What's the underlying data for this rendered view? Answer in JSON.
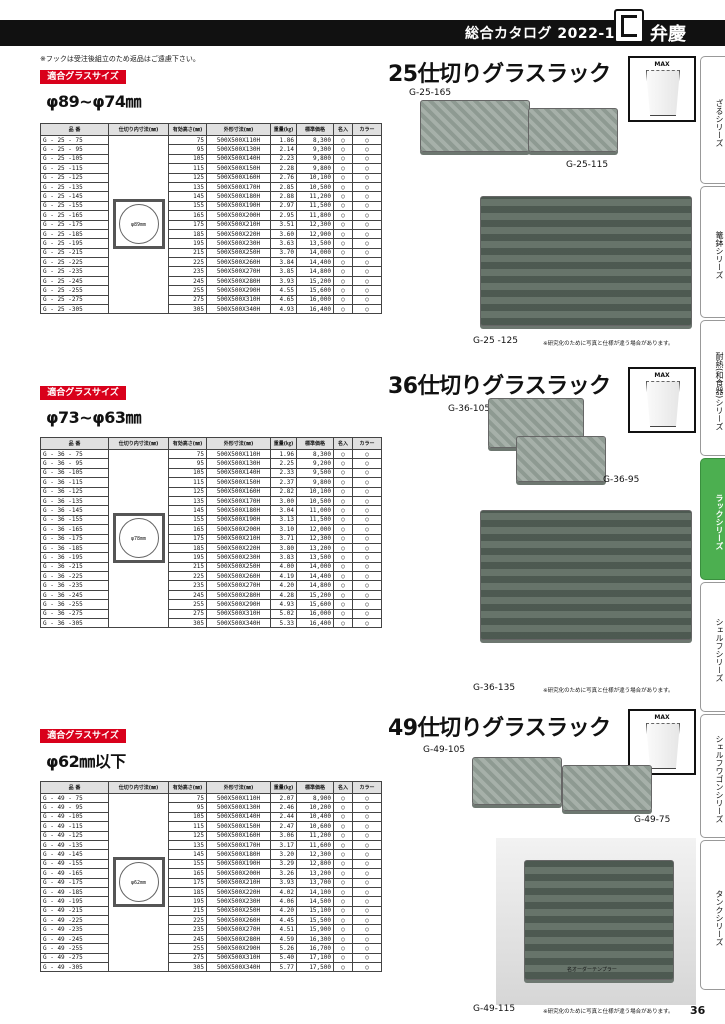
{
  "header": {
    "catalog_title": "総合カタログ 2022-1",
    "brand": "弁慶"
  },
  "notice": "※フックは受注後組立のため返品はご遠慮下さい。",
  "table_headers": {
    "model": "品 番",
    "partition": "仕切り内寸法(㎜)",
    "effective_height": "有効高さ(㎜)",
    "outer": "外形寸法(㎜)",
    "weight": "重量(㎏)",
    "price": "標準価格",
    "name_print": "名入",
    "color": "カラー"
  },
  "sections": [
    {
      "title": "25仕切りグラスラック",
      "size_label": "適合グラスサイズ",
      "size_value": "φ89~φ74㎜",
      "diagram_label": "φ89mm",
      "photo_labels": [
        "G-25-165",
        "G-25-115",
        "G-25 -125"
      ],
      "rows": [
        [
          "G - 25 - 75",
          "75",
          "500X500X110H",
          "1.86",
          "8,300",
          "○",
          "○"
        ],
        [
          "G - 25 - 95",
          "95",
          "500X500X130H",
          "2.14",
          "9,300",
          "○",
          "○"
        ],
        [
          "G - 25 -105",
          "105",
          "500X500X140H",
          "2.23",
          "9,800",
          "○",
          "○"
        ],
        [
          "G - 25 -115",
          "115",
          "500X500X150H",
          "2.28",
          "9,800",
          "○",
          "○"
        ],
        [
          "G - 25 -125",
          "125",
          "500X500X160H",
          "2.76",
          "10,100",
          "○",
          "○"
        ],
        [
          "G - 25 -135",
          "135",
          "500X500X170H",
          "2.85",
          "10,500",
          "○",
          "○"
        ],
        [
          "G - 25 -145",
          "145",
          "500X500X180H",
          "2.88",
          "11,200",
          "○",
          "○"
        ],
        [
          "G - 25 -155",
          "155",
          "500X500X190H",
          "2.97",
          "11,500",
          "○",
          "○"
        ],
        [
          "G - 25 -165",
          "165",
          "500X500X200H",
          "2.95",
          "11,800",
          "○",
          "○"
        ],
        [
          "G - 25 -175",
          "175",
          "500X500X210H",
          "3.51",
          "12,300",
          "○",
          "○"
        ],
        [
          "G - 25 -185",
          "185",
          "500X500X220H",
          "3.60",
          "12,900",
          "○",
          "○"
        ],
        [
          "G - 25 -195",
          "195",
          "500X500X230H",
          "3.63",
          "13,500",
          "○",
          "○"
        ],
        [
          "G - 25 -215",
          "215",
          "500X500X250H",
          "3.70",
          "14,000",
          "○",
          "○"
        ],
        [
          "G - 25 -225",
          "225",
          "500X500X260H",
          "3.84",
          "14,400",
          "○",
          "○"
        ],
        [
          "G - 25 -235",
          "235",
          "500X500X270H",
          "3.85",
          "14,800",
          "○",
          "○"
        ],
        [
          "G - 25 -245",
          "245",
          "500X500X280H",
          "3.93",
          "15,200",
          "○",
          "○"
        ],
        [
          "G - 25 -255",
          "255",
          "500X500X290H",
          "4.55",
          "15,600",
          "○",
          "○"
        ],
        [
          "G - 25 -275",
          "275",
          "500X500X310H",
          "4.65",
          "16,000",
          "○",
          "○"
        ],
        [
          "G - 25 -305",
          "305",
          "500X500X340H",
          "4.93",
          "16,400",
          "○",
          "○"
        ]
      ]
    },
    {
      "title": "36仕切りグラスラック",
      "size_label": "適合グラスサイズ",
      "size_value": "φ73~φ63㎜",
      "diagram_label": "φ78mm",
      "photo_labels": [
        "G-36-105",
        "G-36-95",
        "G-36-135"
      ],
      "rows": [
        [
          "G - 36 - 75",
          "75",
          "500X500X110H",
          "1.96",
          "8,300",
          "○",
          "○"
        ],
        [
          "G - 36 - 95",
          "95",
          "500X500X130H",
          "2.25",
          "9,200",
          "○",
          "○"
        ],
        [
          "G - 36 -105",
          "105",
          "500X500X140H",
          "2.33",
          "9,500",
          "○",
          "○"
        ],
        [
          "G - 36 -115",
          "115",
          "500X500X150H",
          "2.37",
          "9,800",
          "○",
          "○"
        ],
        [
          "G - 36 -125",
          "125",
          "500X500X160H",
          "2.82",
          "10,100",
          "○",
          "○"
        ],
        [
          "G - 36 -135",
          "135",
          "500X500X170H",
          "3.00",
          "10,500",
          "○",
          "○"
        ],
        [
          "G - 36 -145",
          "145",
          "500X500X180H",
          "3.04",
          "11,000",
          "○",
          "○"
        ],
        [
          "G - 36 -155",
          "155",
          "500X500X190H",
          "3.13",
          "11,500",
          "○",
          "○"
        ],
        [
          "G - 36 -165",
          "165",
          "500X500X200H",
          "3.10",
          "12,000",
          "○",
          "○"
        ],
        [
          "G - 36 -175",
          "175",
          "500X500X210H",
          "3.71",
          "12,300",
          "○",
          "○"
        ],
        [
          "G - 36 -185",
          "185",
          "500X500X220H",
          "3.80",
          "13,200",
          "○",
          "○"
        ],
        [
          "G - 36 -195",
          "195",
          "500X500X230H",
          "3.83",
          "13,500",
          "○",
          "○"
        ],
        [
          "G - 36 -215",
          "215",
          "500X500X250H",
          "4.00",
          "14,000",
          "○",
          "○"
        ],
        [
          "G - 36 -225",
          "225",
          "500X500X260H",
          "4.19",
          "14,400",
          "○",
          "○"
        ],
        [
          "G - 36 -235",
          "235",
          "500X500X270H",
          "4.20",
          "14,800",
          "○",
          "○"
        ],
        [
          "G - 36 -245",
          "245",
          "500X500X280H",
          "4.28",
          "15,200",
          "○",
          "○"
        ],
        [
          "G - 36 -255",
          "255",
          "500X500X290H",
          "4.93",
          "15,600",
          "○",
          "○"
        ],
        [
          "G - 36 -275",
          "275",
          "500X500X310H",
          "5.02",
          "16,000",
          "○",
          "○"
        ],
        [
          "G - 36 -305",
          "305",
          "500X500X340H",
          "5.33",
          "16,400",
          "○",
          "○"
        ]
      ]
    },
    {
      "title": "49仕切りグラスラック",
      "size_label": "適合グラスサイズ",
      "size_value": "φ62㎜以下",
      "diagram_label": "φ62mm",
      "photo_labels": [
        "G-49-105",
        "G-49-75",
        "G-49-115"
      ],
      "rows": [
        [
          "G - 49 - 75",
          "75",
          "500X500X110H",
          "2.07",
          "8,900",
          "○",
          "○"
        ],
        [
          "G - 49 - 95",
          "95",
          "500X500X130H",
          "2.46",
          "10,200",
          "○",
          "○"
        ],
        [
          "G - 49 -105",
          "105",
          "500X500X140H",
          "2.44",
          "10,400",
          "○",
          "○"
        ],
        [
          "G - 49 -115",
          "115",
          "500X500X150H",
          "2.47",
          "10,600",
          "○",
          "○"
        ],
        [
          "G - 49 -125",
          "125",
          "500X500X160H",
          "3.06",
          "11,200",
          "○",
          "○"
        ],
        [
          "G - 49 -135",
          "135",
          "500X500X170H",
          "3.17",
          "11,600",
          "○",
          "○"
        ],
        [
          "G - 49 -145",
          "145",
          "500X500X180H",
          "3.20",
          "12,300",
          "○",
          "○"
        ],
        [
          "G - 49 -155",
          "155",
          "500X500X190H",
          "3.29",
          "12,800",
          "○",
          "○"
        ],
        [
          "G - 49 -165",
          "165",
          "500X500X200H",
          "3.26",
          "13,200",
          "○",
          "○"
        ],
        [
          "G - 49 -175",
          "175",
          "500X500X210H",
          "3.93",
          "13,700",
          "○",
          "○"
        ],
        [
          "G - 49 -185",
          "185",
          "500X500X220H",
          "4.02",
          "14,100",
          "○",
          "○"
        ],
        [
          "G - 49 -195",
          "195",
          "500X500X230H",
          "4.06",
          "14,500",
          "○",
          "○"
        ],
        [
          "G - 49 -215",
          "215",
          "500X500X250H",
          "4.20",
          "15,100",
          "○",
          "○"
        ],
        [
          "G - 49 -225",
          "225",
          "500X500X260H",
          "4.45",
          "15,500",
          "○",
          "○"
        ],
        [
          "G - 49 -235",
          "235",
          "500X500X270H",
          "4.51",
          "15,900",
          "○",
          "○"
        ],
        [
          "G - 49 -245",
          "245",
          "500X500X280H",
          "4.59",
          "16,300",
          "○",
          "○"
        ],
        [
          "G - 49 -255",
          "255",
          "500X500X290H",
          "5.26",
          "16,700",
          "○",
          "○"
        ],
        [
          "G - 49 -275",
          "275",
          "500X500X310H",
          "5.40",
          "17,100",
          "○",
          "○"
        ],
        [
          "G - 49 -305",
          "305",
          "500X500X340H",
          "5.77",
          "17,500",
          "○",
          "○"
        ]
      ]
    }
  ],
  "glass_max_label": "MAX",
  "photo_note": "※研究化のために写真と仕様が違う場合があります。",
  "rack_print": "名オーダーテンプラー",
  "side_tabs": [
    {
      "label": "ざるシリーズ",
      "active": false
    },
    {
      "label": "篭鉢シリーズ",
      "active": false
    },
    {
      "label": "耐熱(和食器)シリーズ",
      "active": false
    },
    {
      "label": "ラックシリーズ",
      "active": true
    },
    {
      "label": "シェルフシリーズ",
      "active": false
    },
    {
      "label": "シェルフワゴンシリーズ",
      "active": false
    },
    {
      "label": "タンクシリーズ",
      "active": false
    }
  ],
  "page_number": "36"
}
